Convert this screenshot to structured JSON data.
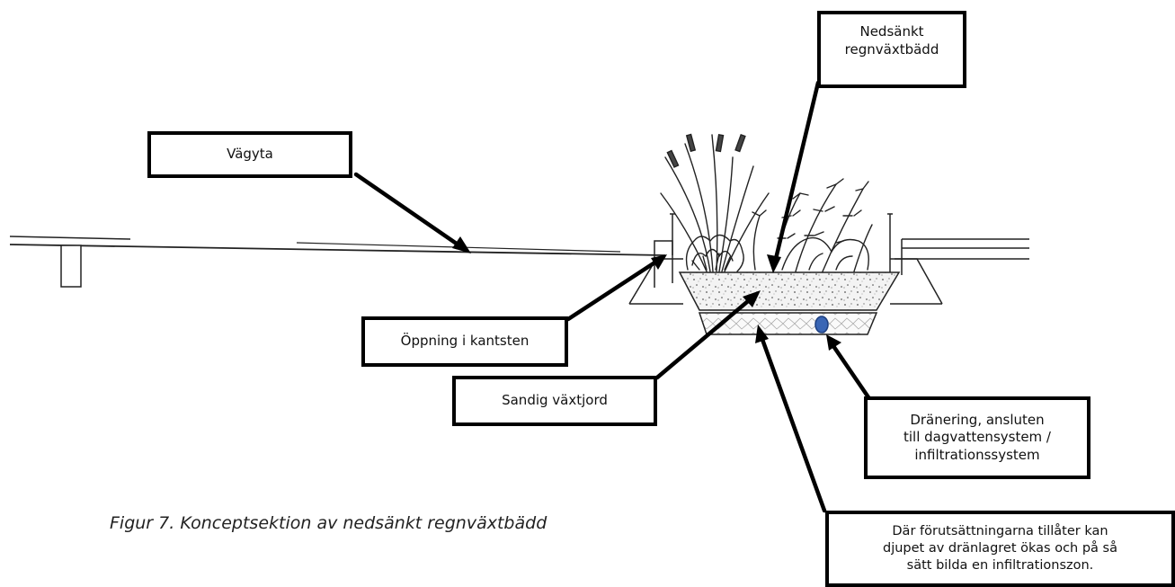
{
  "labels": {
    "road_surface": "Vägyta",
    "sunken_bed": "Nedsänkt\nregnväxtbädd",
    "curb_opening": "Öppning i kantsten",
    "sandy_soil": "Sandig växtjord",
    "drainage": "Dränering, ansluten\ntill dagvattensystem /\ninfiltrationssystem",
    "infiltration": "Där förutsättningarna tillåter kan\ndjupet av dränlagret ökas och på så\nsätt bilda en infiltrationszon."
  },
  "caption": "Figur 7. Konceptsektion av nedsänkt regnväxtbädd",
  "colors": {
    "line": "#000000",
    "pipe": "#3a66b5",
    "soil_fill": "#f1f1f1"
  }
}
